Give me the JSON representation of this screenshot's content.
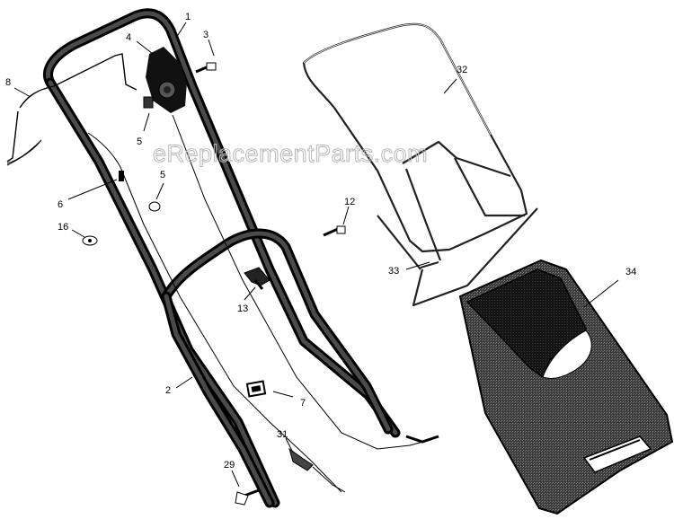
{
  "watermark": "eReplacementParts.com",
  "callouts": [
    {
      "id": "c1",
      "label": "1"
    },
    {
      "id": "c2",
      "label": "2"
    },
    {
      "id": "c3",
      "label": "3"
    },
    {
      "id": "c4",
      "label": "4"
    },
    {
      "id": "c5a",
      "label": "5"
    },
    {
      "id": "c5b",
      "label": "5"
    },
    {
      "id": "c6",
      "label": "6"
    },
    {
      "id": "c7",
      "label": "7"
    },
    {
      "id": "c8",
      "label": "8"
    },
    {
      "id": "c12",
      "label": "12"
    },
    {
      "id": "c13",
      "label": "13"
    },
    {
      "id": "c16",
      "label": "16"
    },
    {
      "id": "c29",
      "label": "29"
    },
    {
      "id": "c31",
      "label": "31"
    },
    {
      "id": "c32",
      "label": "32"
    },
    {
      "id": "c33",
      "label": "33"
    },
    {
      "id": "c34",
      "label": "34"
    }
  ]
}
